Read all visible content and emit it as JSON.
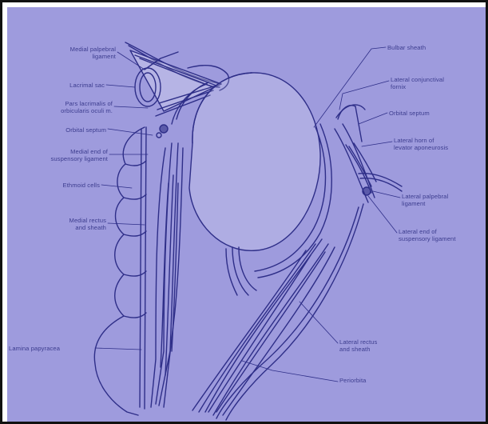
{
  "diagram": {
    "labels": {
      "medial_palpebral_ligament": "Medial palpebral\nligament",
      "lacrimal_sac": "Lacrimal sac",
      "pars_lacrimalis": "Pars lacrimalis of\norbicularis oculi m.",
      "orbital_septum_left": "Orbital septum",
      "medial_end_suspensory": "Medial end of\nsuspensory ligament",
      "ethmoid_cells": "Ethmoid cells",
      "medial_rectus": "Medial rectus\nand sheath",
      "lamina_papyracea": "Lamina papyracea",
      "bulbar_sheath": "Bulbar sheath",
      "lateral_conjunctival_fornix": "Lateral conjunctival\nfornix",
      "orbital_septum_right": "Orbital septum",
      "lateral_horn_levator": "Lateral horn of\nlevator aponeurosis",
      "lateral_palpebral_ligament": "Lateral palpebral\nligament",
      "lateral_end_suspensory": "Lateral end of\nsuspensory ligament",
      "lateral_rectus": "Lateral rectus\nand sheath",
      "periorbita": "Periorbita"
    },
    "colors": {
      "background": "#9e9bdd",
      "ink": "#2e2e88",
      "fill": "#ffffff"
    }
  }
}
